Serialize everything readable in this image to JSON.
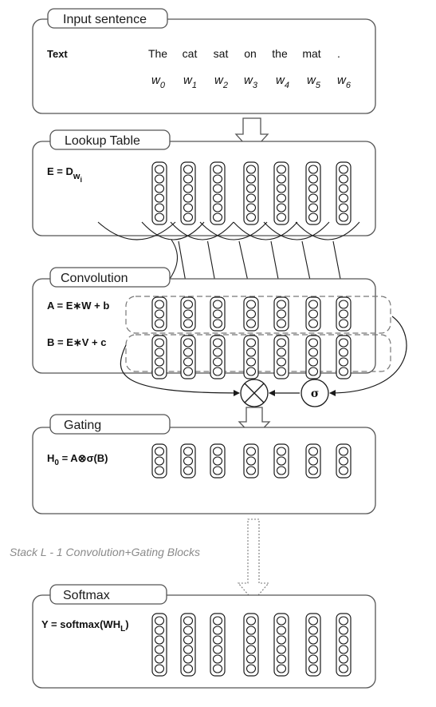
{
  "panels": {
    "input": {
      "title": "Input sentence",
      "row_label": "Text",
      "words": [
        "The",
        "cat",
        "sat",
        "on",
        "the",
        "mat",
        "."
      ],
      "w_symbol": "w",
      "w_indices": [
        "0",
        "1",
        "2",
        "3",
        "4",
        "5",
        "6"
      ]
    },
    "lookup": {
      "title": "Lookup Table",
      "formula_main": "E = D",
      "formula_sub": "w",
      "formula_subsub": "i"
    },
    "convolution": {
      "title": "Convolution",
      "formula_a": "A = E∗W + b",
      "formula_b": "B = E∗V + c"
    },
    "gating": {
      "title": "Gating",
      "formula_main": "H",
      "formula_sub": "0",
      "formula_rest": " = A⊗σ(B)"
    },
    "softmax": {
      "title": "Softmax",
      "formula_main": "Y = softmax(WH",
      "formula_sub": "L",
      "formula_close": ")"
    }
  },
  "stack_note": "Stack L - 1 Convolution+Gating Blocks",
  "operators": {
    "multiply": "⊗",
    "sigma": "σ"
  },
  "colors": {
    "line": "#555555",
    "dark": "#1a1a1a",
    "dashed": "#777777",
    "note": "#8a8a8a"
  }
}
